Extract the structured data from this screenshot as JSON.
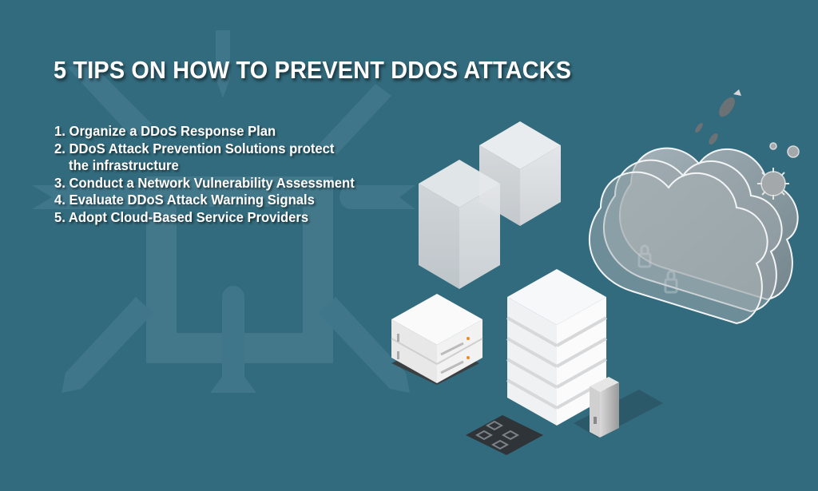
{
  "header": {
    "title": "5 TIPS ON HOW TO PREVENT DDOS ATTACKS"
  },
  "tips": [
    {
      "number": "1.",
      "text": "Organize a DDoS Response Plan",
      "continuation": ""
    },
    {
      "number": "2.",
      "text": "DDoS Attack Prevention Solutions protect",
      "continuation": "the infrastructure"
    },
    {
      "number": "3.",
      "text": "Conduct a Network Vulnerability Assessment",
      "continuation": ""
    },
    {
      "number": "4.",
      "text": "Evaluate DDoS Attack Warning Signals",
      "continuation": ""
    },
    {
      "number": "5.",
      "text": " Adopt Cloud-Based Service Providers",
      "continuation": ""
    }
  ],
  "illustration": {
    "icons": [
      "server-tower-icon",
      "server-tower-icon",
      "rack-server-icon",
      "data-center-building-icon",
      "server-cabinet-icon",
      "chip-pad-icon",
      "cloud-icon",
      "bomb-icon",
      "virus-icon",
      "lock-icon"
    ]
  },
  "colors": {
    "background": "#326b7d",
    "text": "#ffffff",
    "decoration": "#45798a"
  }
}
